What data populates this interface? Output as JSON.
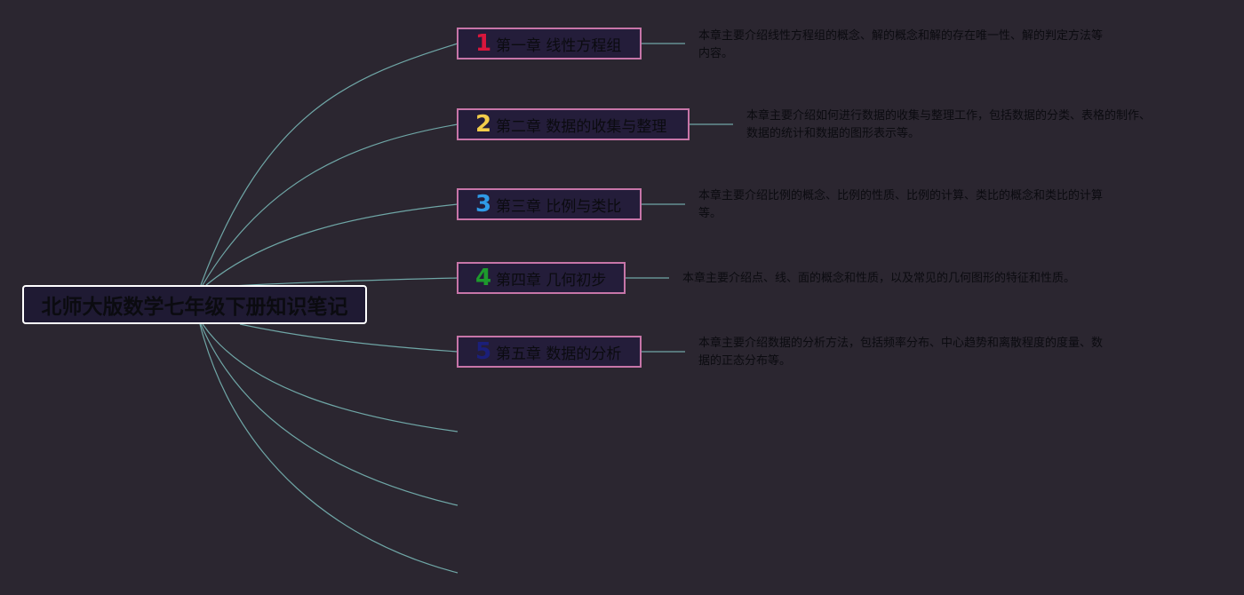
{
  "root": {
    "title": "北师大版数学七年级下册知识笔记"
  },
  "colors": {
    "background": "#2b2630",
    "connector": "#6fa6a6",
    "node_border": "#c775a8",
    "node_fill": "#241d3a"
  },
  "chapters": [
    {
      "num": "1",
      "num_color": "#d8163c",
      "title": "第一章 线性方程组",
      "desc_line1": "本章主要介绍线性方程组的概念、解的概念和解的存在唯一性、解的判定方法等",
      "desc_line2": "内容。"
    },
    {
      "num": "2",
      "num_color": "#f2cd4a",
      "title": "第二章 数据的收集与整理",
      "desc_line1": "本章主要介绍如何进行数据的收集与整理工作，包括数据的分类、表格的制作、",
      "desc_line2": "数据的统计和数据的图形表示等。"
    },
    {
      "num": "3",
      "num_color": "#2f9be6",
      "title": "第三章 比例与类比",
      "desc_line1": "本章主要介绍比例的概念、比例的性质、比例的计算、类比的概念和类比的计算",
      "desc_line2": "等。"
    },
    {
      "num": "4",
      "num_color": "#1d9a2c",
      "title": "第四章 几何初步",
      "desc_line1": "本章主要介绍点、线、面的概念和性质，以及常见的几何图形的特征和性质。",
      "desc_line2": ""
    },
    {
      "num": "5",
      "num_color": "#1b1f7a",
      "title": "第五章 数据的分析",
      "desc_line1": "本章主要介绍数据的分析方法，包括频率分布、中心趋势和离散程度的度量、数",
      "desc_line2": "据的正态分布等。"
    }
  ]
}
